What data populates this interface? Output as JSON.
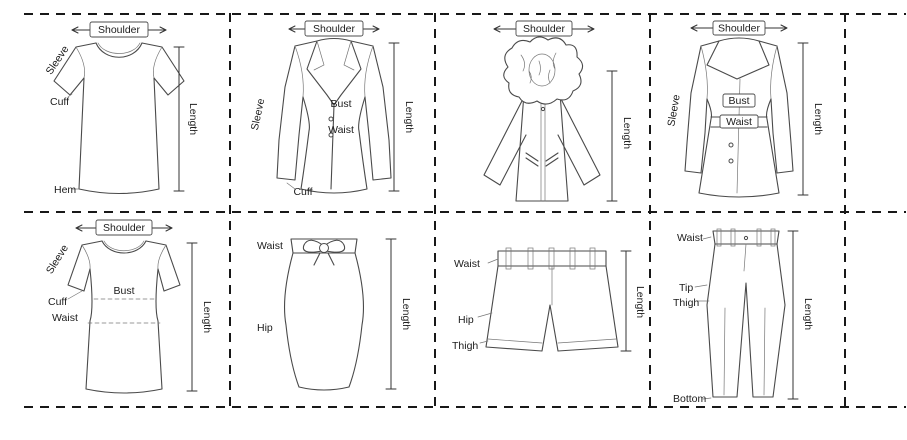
{
  "colors": {
    "background": "#ffffff",
    "line": "#4a4a4a",
    "grid_dash": "#181818",
    "text": "#1c1c1c"
  },
  "panels": [
    {
      "garment": "t-shirt",
      "labels": {
        "shoulder": "Shoulder",
        "sleeve": "Sleeve",
        "cuff": "Cuff",
        "hem": "Hem",
        "length": "Length"
      }
    },
    {
      "garment": "blazer",
      "labels": {
        "shoulder": "Shoulder",
        "sleeve": "Sleeve",
        "bust": "Bust",
        "waist": "Waist",
        "cuff": "Cuff",
        "length": "Length"
      }
    },
    {
      "garment": "fur-collar-coat",
      "labels": {
        "shoulder": "Shoulder",
        "length": "Length"
      }
    },
    {
      "garment": "long-coat",
      "labels": {
        "shoulder": "Shoulder",
        "sleeve": "Sleeve",
        "bust": "Bust",
        "waist": "Waist",
        "length": "Length"
      }
    },
    {
      "garment": "dress",
      "labels": {
        "shoulder": "Shoulder",
        "sleeve": "Sleeve",
        "bust": "Bust",
        "cuff": "Cuff",
        "waist": "Waist",
        "length": "Length"
      }
    },
    {
      "garment": "pencil-skirt",
      "labels": {
        "waist": "Waist",
        "hip": "Hip",
        "length": "Length"
      }
    },
    {
      "garment": "shorts",
      "labels": {
        "waist": "Waist",
        "hip": "Hip",
        "thigh": "Thigh",
        "length": "Length"
      }
    },
    {
      "garment": "pants",
      "labels": {
        "waist": "Waist",
        "tip": "Tip",
        "thigh": "Thigh",
        "bottom": "Bottom",
        "length": "Length"
      }
    }
  ]
}
